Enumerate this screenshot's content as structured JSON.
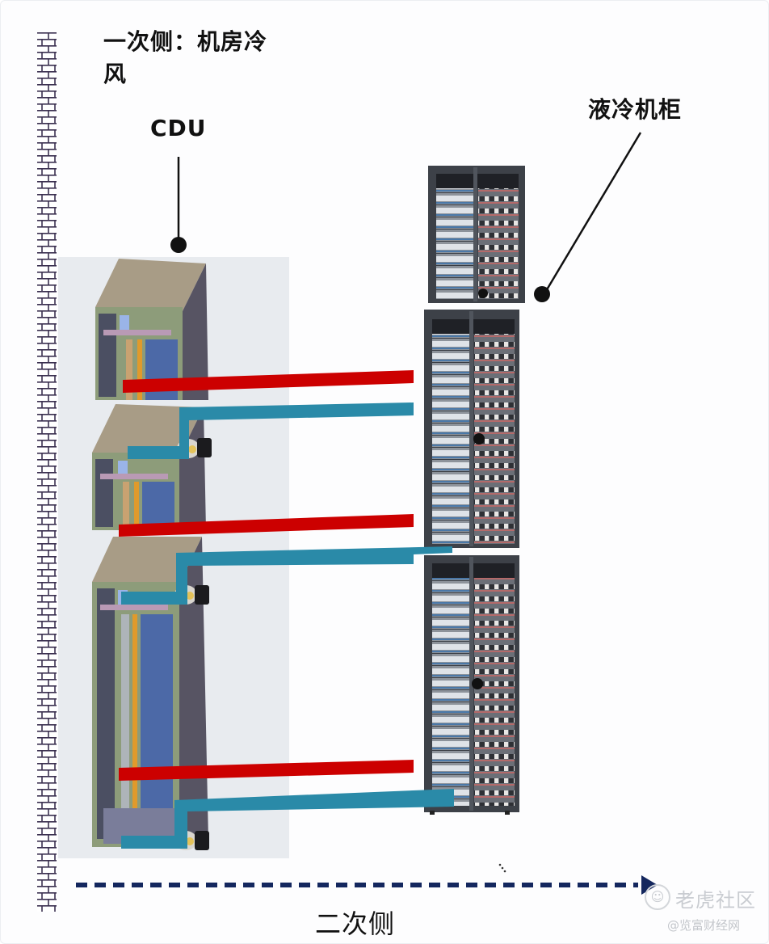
{
  "labels": {
    "primary_side": "一次侧：机房冷风",
    "cdu": "CDU",
    "liquid_cooled_rack": "液冷机柜",
    "secondary_side": "二次侧"
  },
  "components": {
    "wall": {
      "type": "brick-wall",
      "color": "#3b3050"
    },
    "cdu_units": [
      {
        "name": "cdu-unit-1",
        "has_pump": false
      },
      {
        "name": "cdu-unit-2",
        "has_pump": true
      },
      {
        "name": "cdu-unit-3",
        "has_pump": true,
        "has_second_pump": true
      }
    ],
    "racks": [
      {
        "name": "rack-top-section"
      },
      {
        "name": "rack-middle-section"
      },
      {
        "name": "rack-bottom-section"
      }
    ],
    "pipes": [
      {
        "name": "hot-supply-pipe-1",
        "kind": "hot",
        "color": "#cc0000"
      },
      {
        "name": "cold-return-pipe-1",
        "kind": "cold",
        "color": "#2a8aa8"
      },
      {
        "name": "hot-supply-pipe-2",
        "kind": "hot",
        "color": "#cc0000"
      },
      {
        "name": "cold-return-pipe-2",
        "kind": "cold",
        "color": "#2a8aa8"
      },
      {
        "name": "hot-supply-pipe-3",
        "kind": "hot",
        "color": "#cc0000"
      },
      {
        "name": "cold-return-pipe-3",
        "kind": "cold",
        "color": "#2a8aa8"
      }
    ],
    "flow_arrow": {
      "style": "dashed",
      "direction": "right",
      "color": "#14275e"
    }
  },
  "watermark": {
    "line1": "老虎社区",
    "line2": "@览富财经网",
    "icon": "tiger-logo-icon"
  },
  "colors": {
    "hot_pipe": "#cc0000",
    "cold_pipe": "#2a8aa8",
    "arrow": "#14275e",
    "cdu_panel_bg": "#e8ebef",
    "rack_frame": "#3d4148"
  }
}
